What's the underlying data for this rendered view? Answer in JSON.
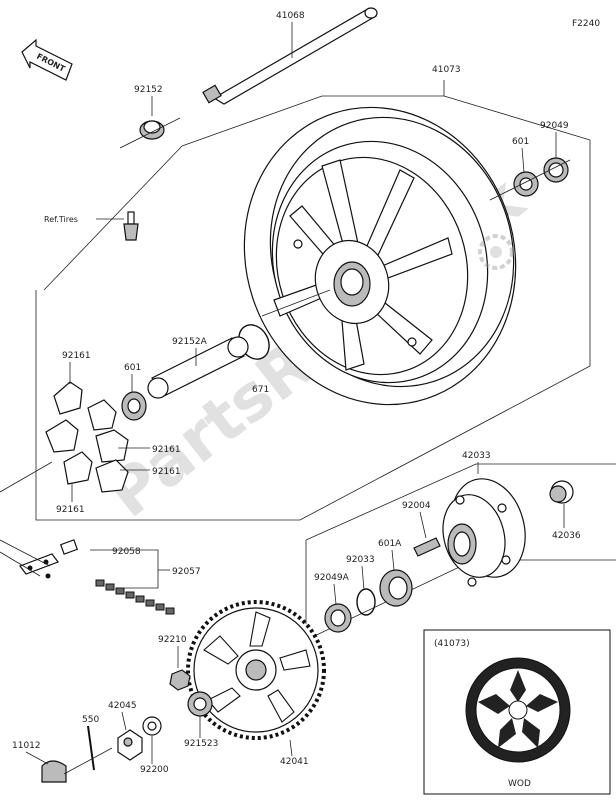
{
  "figure_code": "F2240",
  "front_label": "FRONT",
  "watermark": "PartsRepublik",
  "ref_tires": "Ref.Tires",
  "inset": {
    "label": "(41073)",
    "caption": "WOD"
  },
  "parts": {
    "p41068": "41068",
    "p41073": "41073",
    "p92152": "92152",
    "p601_top": "601",
    "p92049": "92049",
    "p92161_a": "92161",
    "p601_mid": "601",
    "p92152A": "92152A",
    "p671": "671",
    "p92161_b": "92161",
    "p92161_c": "92161",
    "p92161_d": "92161",
    "p42033": "42033",
    "p92004": "92004",
    "p601A": "601A",
    "p92033": "92033",
    "p92049A": "92049A",
    "p42036": "42036",
    "p92058": "92058",
    "p92057": "92057",
    "p92210": "92210",
    "p42045": "42045",
    "p550": "550",
    "p11012": "11012",
    "p92152B": "921523",
    "p92200": "92200",
    "p42041": "42041"
  }
}
